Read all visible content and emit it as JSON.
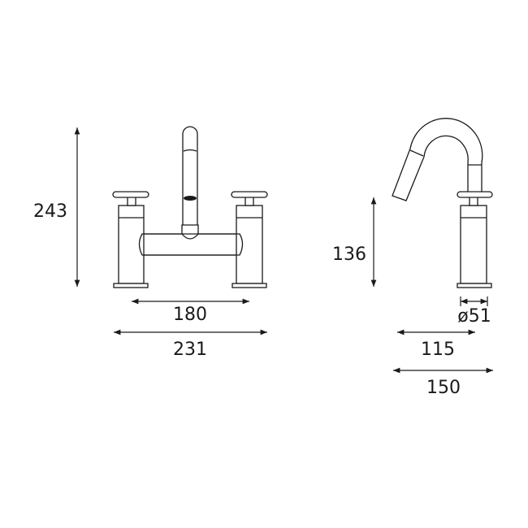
{
  "diagram": {
    "front_view": {
      "height_label": "243",
      "handle_centres_label": "180",
      "overall_width_label": "231"
    },
    "side_view": {
      "body_height_label": "136",
      "base_diameter_label": "ø51",
      "spout_reach_label": "115",
      "overall_depth_label": "150"
    }
  }
}
